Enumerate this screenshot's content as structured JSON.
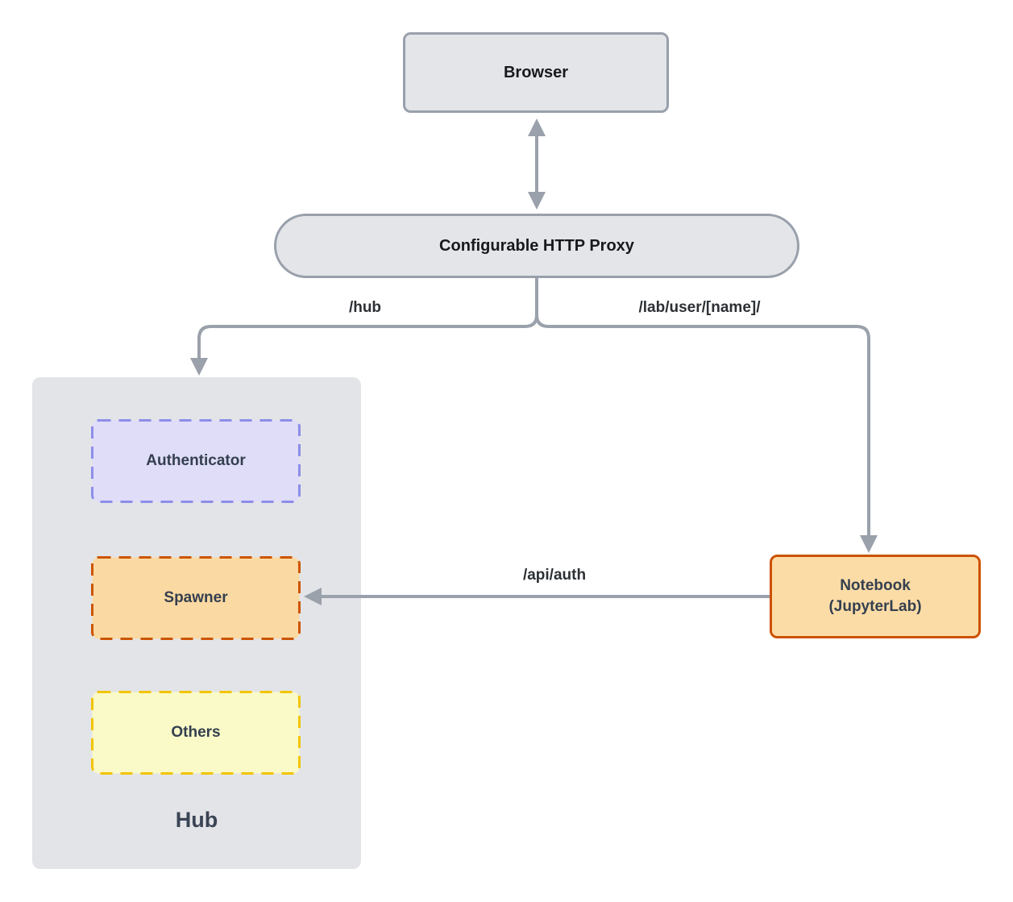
{
  "nodes": {
    "browser": {
      "label": "Browser"
    },
    "proxy": {
      "label": "Configurable HTTP Proxy"
    },
    "hub": {
      "label": "Hub"
    },
    "authenticator": {
      "label": "Authenticator"
    },
    "spawner": {
      "label": "Spawner"
    },
    "others": {
      "label": "Others"
    },
    "notebook": {
      "label": "Notebook",
      "sublabel": "(JupyterLab)"
    }
  },
  "edges": {
    "browser_proxy": {
      "label": "",
      "direction": "bidirectional"
    },
    "proxy_hub": {
      "label": "/hub"
    },
    "proxy_notebook": {
      "label": "/lab/user/[name]/"
    },
    "notebook_spawner": {
      "label": "/api/auth"
    }
  },
  "colors": {
    "connector": "#9aa1ab",
    "gray_node_fill": "#e3e5e9",
    "gray_node_border": "#99a0ab",
    "hub_fill": "#e3e4e8",
    "authenticator_fill": "#dfddf8",
    "authenticator_border": "#8d8de9",
    "spawner_fill": "#fbd9a2",
    "spawner_border": "#cc5500",
    "others_fill": "#fafac8",
    "others_border": "#f2c400",
    "notebook_fill": "#fcdca6",
    "notebook_border": "#cc5200",
    "node_text": "#343f4f",
    "edge_label_text": "#2c3034"
  }
}
